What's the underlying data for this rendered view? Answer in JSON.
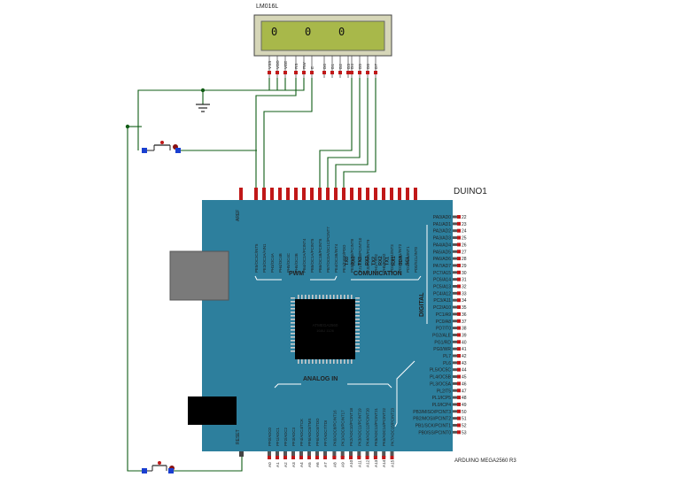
{
  "lcd": {
    "part": "LM016L",
    "display": [
      "0",
      "0",
      "0"
    ],
    "pins": [
      "VSS",
      "VDD",
      "VEE",
      "RS",
      "RW",
      "E",
      "D0",
      "D1",
      "D2",
      "D3",
      "D4",
      "D5",
      "D6",
      "D7"
    ]
  },
  "board": {
    "ref": "DUINO1",
    "model": "ARDUINO MEGA2560 R3",
    "chip_line1": "ATMEGA2560",
    "chip_line2": "16AU 1126",
    "section_pwm": "PWM",
    "section_comm": "COMUNICATION",
    "section_analog": "ANALOG IN",
    "section_digital": "DIGITAL",
    "aref": "AREF",
    "reset": "RESET",
    "top_pins": [
      "PE5/OC3C/INT5",
      "PE3/OC3A/AIN1",
      "PH3/OC4A",
      "PH4/OC4B",
      "PH5/OC4C",
      "PH6/OC2B",
      "PB4/OC2A/PCINT4",
      "PB5/OC1A/PCINT5",
      "PB6/OC1B/PCINT6",
      "PB7/OC0A/OC1C/PCINT7",
      "PE4/OC3B/INT4",
      "PE1/TXD0/PDO",
      "PE0/RXD0/PCINT8",
      "PJ1/TXD3/PCINT10",
      "PJ0/RXD3/PCINT9",
      "PH1/TXD2",
      "PH0/RXD2",
      "PD3/TXD1/INT3",
      "PD2/RXD1/INT2",
      "PD1/SDA/INT1",
      "PD0/SCL/INT0"
    ],
    "comm_labels": [
      "TX0",
      "RX0",
      "TX3",
      "RX3",
      "TX2",
      "RX2",
      "TX1",
      "RX1",
      "SDA",
      "SCL"
    ],
    "right_pins": [
      "PA0/AD0",
      "PA1/AD1",
      "PA2/AD2",
      "PA3/AD3",
      "PA4/AD4",
      "PA5/AD5",
      "PA6/AD6",
      "PA7/AD7",
      "PC7/A15",
      "PC6/A14",
      "PC5/A13",
      "PC4/A12",
      "PC3/A11",
      "PC2/A10",
      "PC1/A9",
      "PC0/A8",
      "PD7/T0",
      "PG2/ALE",
      "PG1/RD",
      "PG0/WR",
      "PL7",
      "PL6",
      "PL5/OC5C",
      "PL4/OC5B",
      "PL3/OC5A",
      "PL2/T5",
      "PL1/ICP5",
      "PL0/ICP4",
      "PB3/MISO/PCINT3",
      "PB2/MOSI/PCINT2",
      "PB1/SCK/PCINT1",
      "PB0/SS/PCINT0"
    ],
    "right_numbers": [
      "22",
      "23",
      "24",
      "25",
      "26",
      "27",
      "28",
      "29",
      "30",
      "31",
      "32",
      "33",
      "34",
      "35",
      "36",
      "37",
      "38",
      "39",
      "40",
      "41",
      "42",
      "43",
      "44",
      "45",
      "46",
      "47",
      "48",
      "49",
      "50",
      "51",
      "52",
      "53"
    ],
    "bottom_pins": [
      "PF0/ADC0",
      "PF1/ADC1",
      "PF2/ADC2",
      "PF3/ADC3",
      "PF4/ADC4/TCK",
      "PF5/ADC5/TMS",
      "PF6/ADC6/TDO",
      "PF7/ADC7/TDI",
      "PK0/ADC8/PCINT16",
      "PK1/ADC9/PCINT17",
      "PK2/ADC10/PCINT18",
      "PK3/ADC11/PCINT19",
      "PK4/ADC12/PCINT20",
      "PK5/ADC13/PCINT21",
      "PK6/ADC14/PCINT22",
      "PK7/ADC15/PCINT23"
    ],
    "bottom_numbers": [
      "A0",
      "A1",
      "A2",
      "A3",
      "A4",
      "A5",
      "A6",
      "A7",
      "A8",
      "A9",
      "A10",
      "A11",
      "A12",
      "A13",
      "A14",
      "A15"
    ]
  },
  "colors": {
    "board": "#2d7f9d",
    "wire": "#0f5c14",
    "lcd_screen": "#a8b84a",
    "pin_red": "#c01818",
    "pin_blue": "#1a3fd0",
    "silkscreen": "#ffffff"
  },
  "icons": [
    "ground-icon",
    "pushbutton-icon",
    "usb-connector-icon",
    "power-jack-icon",
    "ic-chip-icon"
  ]
}
